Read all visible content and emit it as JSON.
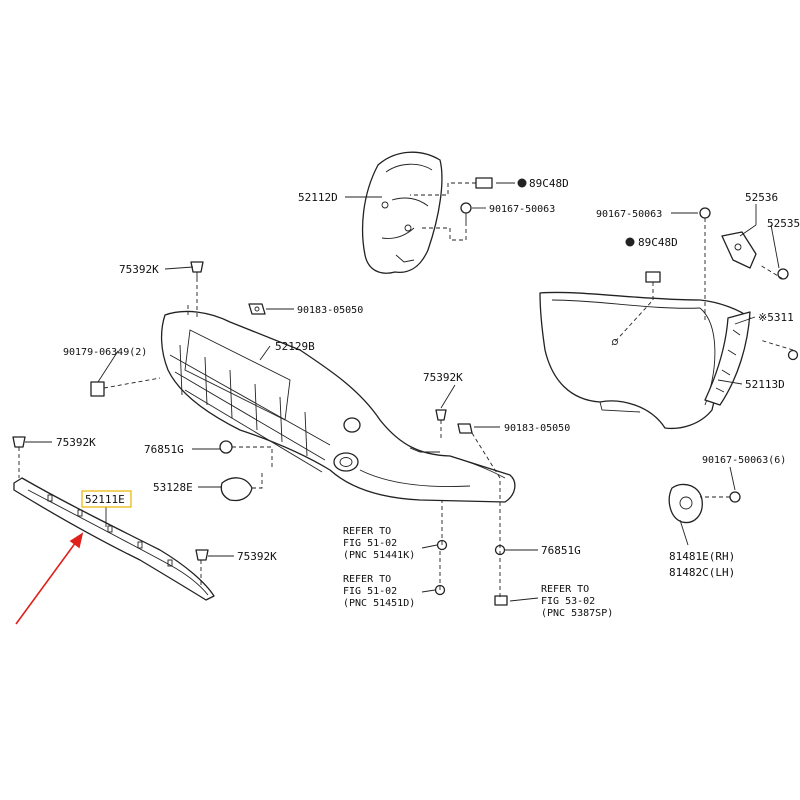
{
  "labels": {
    "p52112d": "52112D",
    "p89c48d_top": "89C48D",
    "p90167_top": "90167-50063",
    "p90167_right": "90167-50063",
    "p52536": "52536",
    "p52535": "52535",
    "p89c48d_mid": "89C48D",
    "p75392k_top": "75392K",
    "p90183_top": "90183-05050",
    "p52129b": "52129B",
    "p90179": "90179-06349(2)",
    "p75392k_mid": "75392K",
    "p90183_mid": "90183-05050",
    "p5311": "※5311",
    "p52113d": "52113D",
    "p75392k_left": "75392K",
    "p76851g_left": "76851G",
    "p53128e": "53128E",
    "p52111e": "52111E",
    "p75392k_bottom": "75392K",
    "p90167_6": "90167-50063(6)",
    "p81481e": "81481E(RH)",
    "p81482c": "81482C(LH)",
    "p76851g_right": "76851G"
  },
  "refs": {
    "ref1": [
      "REFER TO",
      "FIG 51-02",
      "(PNC 51441K)"
    ],
    "ref2": [
      "REFER TO",
      "FIG 51-02",
      "(PNC 51451D)"
    ],
    "ref3": [
      "REFER TO",
      "FIG 53-02",
      "(PNC 5387SP)"
    ]
  },
  "colors": {
    "highlight_box": "#e8b400",
    "pointer_arrow": "#e0211b"
  }
}
